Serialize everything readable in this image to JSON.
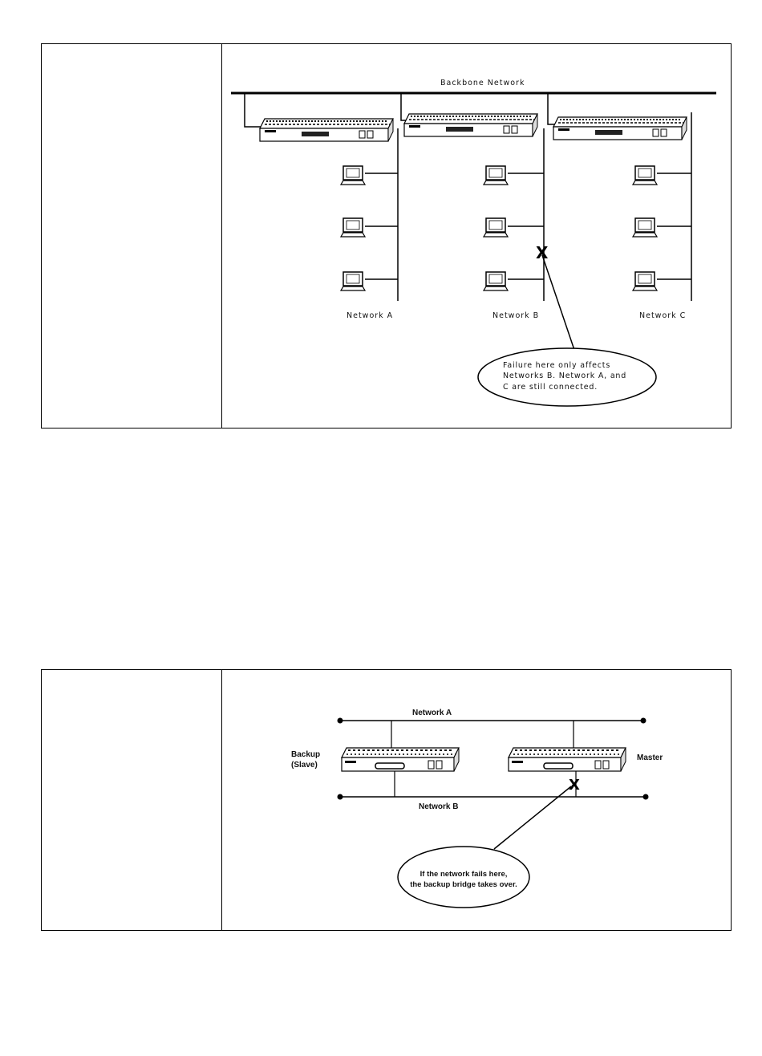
{
  "figure1": {
    "backbone_label": "Backbone Network",
    "network_a_label": "Network A",
    "network_b_label": "Network B",
    "network_c_label": "Network C",
    "callout_line1": "Failure here only affects",
    "callout_line2": "Networks B. Network A, and",
    "callout_line3": "C are still connected.",
    "failure_marker": "X"
  },
  "figure2": {
    "network_a_label": "Network A",
    "network_b_label": "Network B",
    "backup_label_line1": "Backup",
    "backup_label_line2": "(Slave)",
    "master_label": "Master",
    "callout_line1": "If the network fails here,",
    "callout_line2": "the backup bridge takes over.",
    "failure_marker": "X"
  }
}
